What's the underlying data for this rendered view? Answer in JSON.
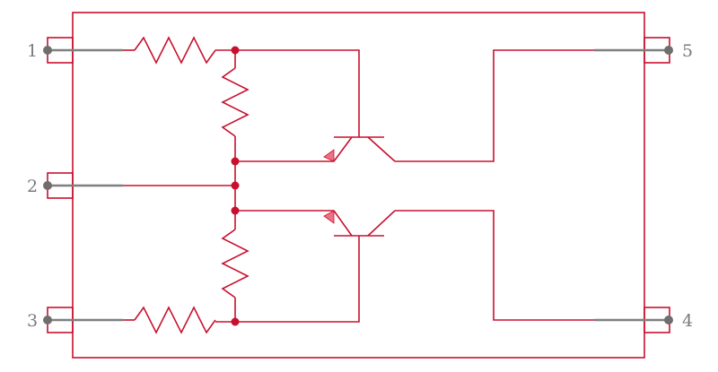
{
  "diagram": {
    "type": "electrical-schematic",
    "colors": {
      "wire": "#c8102e",
      "pin": "#7f7f7f",
      "pin_dot": "#6e6e6e",
      "label": "#7a7a7a",
      "arrow": "#e8425e",
      "background": "#ffffff"
    },
    "pins": [
      {
        "number": "1"
      },
      {
        "number": "2"
      },
      {
        "number": "3"
      },
      {
        "number": "4"
      },
      {
        "number": "5"
      }
    ],
    "components": [
      {
        "kind": "resistor",
        "icon": "resistor-icon"
      },
      {
        "kind": "resistor",
        "icon": "resistor-icon"
      },
      {
        "kind": "resistor",
        "icon": "resistor-icon"
      },
      {
        "kind": "resistor",
        "icon": "resistor-icon"
      },
      {
        "kind": "npn-transistor",
        "icon": "transistor-icon"
      },
      {
        "kind": "pnp-transistor",
        "icon": "transistor-icon"
      }
    ]
  }
}
